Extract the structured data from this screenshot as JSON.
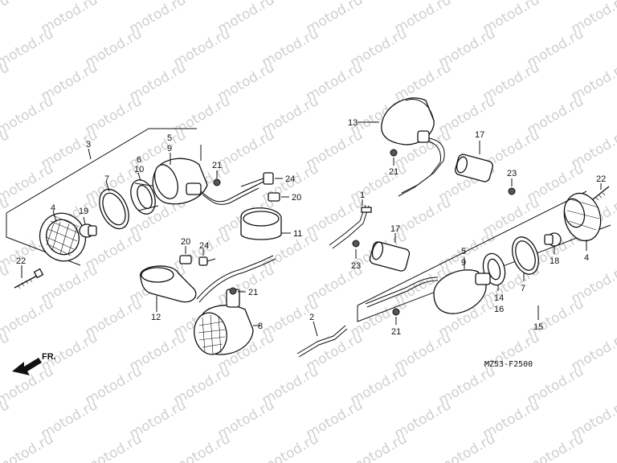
{
  "watermark": {
    "text": "motod.ru"
  },
  "diagram": {
    "code": "MZ53-F2500",
    "front_label": "FR.",
    "callouts": [
      {
        "id": "c3",
        "text": "3"
      },
      {
        "id": "c5a",
        "text": "5"
      },
      {
        "id": "c9a",
        "text": "9"
      },
      {
        "id": "c6",
        "text": "6"
      },
      {
        "id": "c10",
        "text": "10"
      },
      {
        "id": "c7a",
        "text": "7"
      },
      {
        "id": "c4a",
        "text": "4"
      },
      {
        "id": "c19",
        "text": "19"
      },
      {
        "id": "c22a",
        "text": "22"
      },
      {
        "id": "c21a",
        "text": "21"
      },
      {
        "id": "c24a",
        "text": "24"
      },
      {
        "id": "c20a",
        "text": "20"
      },
      {
        "id": "c11",
        "text": "11"
      },
      {
        "id": "c20b",
        "text": "20"
      },
      {
        "id": "c24b",
        "text": "24"
      },
      {
        "id": "c12",
        "text": "12"
      },
      {
        "id": "c21b",
        "text": "21"
      },
      {
        "id": "c8",
        "text": "8"
      },
      {
        "id": "c13",
        "text": "13"
      },
      {
        "id": "c21c",
        "text": "21"
      },
      {
        "id": "c17a",
        "text": "17"
      },
      {
        "id": "c23a",
        "text": "23"
      },
      {
        "id": "c1",
        "text": "1"
      },
      {
        "id": "c17b",
        "text": "17"
      },
      {
        "id": "c23b",
        "text": "23"
      },
      {
        "id": "c22b",
        "text": "22"
      },
      {
        "id": "c4b",
        "text": "4"
      },
      {
        "id": "c18",
        "text": "18"
      },
      {
        "id": "c5b",
        "text": "5"
      },
      {
        "id": "c9b",
        "text": "9"
      },
      {
        "id": "c7b",
        "text": "7"
      },
      {
        "id": "c14",
        "text": "14"
      },
      {
        "id": "c16",
        "text": "16"
      },
      {
        "id": "c15",
        "text": "15"
      },
      {
        "id": "c2",
        "text": "2"
      },
      {
        "id": "c21d",
        "text": "21"
      }
    ]
  }
}
